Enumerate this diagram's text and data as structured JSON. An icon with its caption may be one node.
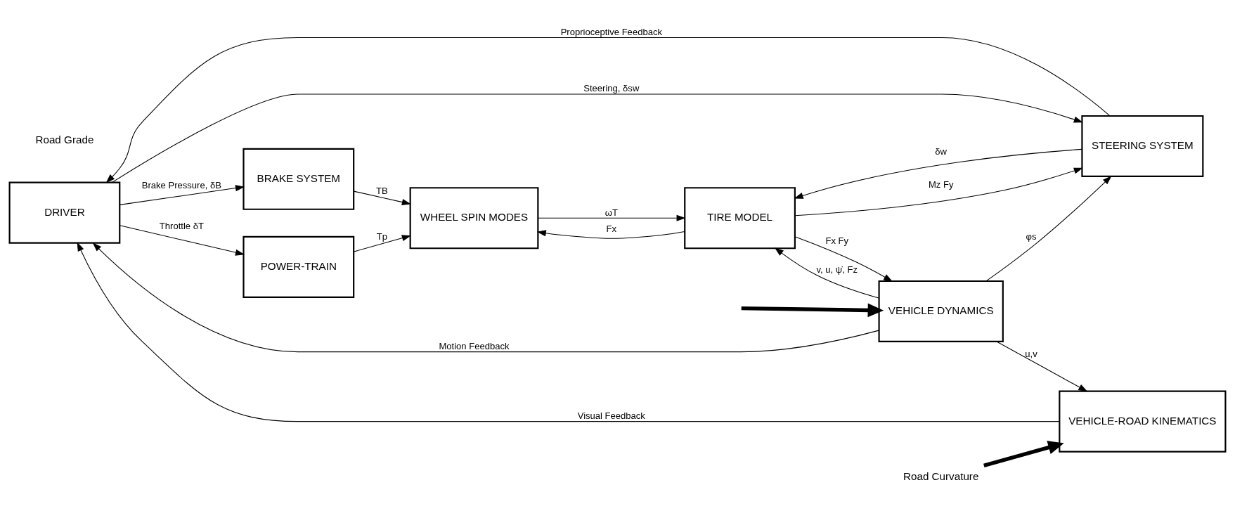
{
  "diagram": {
    "nodes": [
      {
        "text": [
          "DRIVER"
        ]
      },
      {
        "text": [
          "BRAKE SYSTEM"
        ]
      },
      {
        "text": [
          "STEERING SYSTEM"
        ]
      },
      {
        "text": [
          "POWER-TRAIN"
        ]
      },
      {
        "text": [
          "WHEEL SPIN MODES"
        ]
      },
      {
        "text": [
          "TIRE MODEL"
        ]
      },
      {
        "text": [
          "VEHICLE DYNAMICS"
        ]
      },
      {
        "text": [
          "VEHICLE-ROAD KINEMATICS"
        ]
      },
      {
        "text": [
          "Road Curvature"
        ]
      }
    ],
    "edges": [
      {
        "from": 0,
        "to": 3,
        "arrow": "to",
        "label": "Throttle δT"
      },
      {
        "from": 0,
        "to": 1,
        "arrow": "to",
        "label": "Brake Pressure, δB"
      },
      {
        "from": 0,
        "to": 2,
        "arrow": "to",
        "label": "Steering, δsw"
      },
      {
        "from": 2,
        "to": 0,
        "arrow": "to",
        "label": "Proprioceptive Feedback"
      },
      {
        "from": 1,
        "to": 4,
        "arrow": "to",
        "label": "TB"
      },
      {
        "from": 3,
        "to": 4,
        "arrow": "to",
        "label": "Tp"
      },
      {
        "from": 4,
        "to": 5,
        "arrow": "to",
        "label": "ωT"
      },
      {
        "from": 5,
        "to": 2,
        "arrow": "to",
        "label": "Mz Fy"
      },
      {
        "from": 2,
        "to": 5,
        "arrow": "to",
        "label": "δw"
      },
      {
        "from": 5,
        "to": 4,
        "arrow": "to",
        "label": "Fx"
      },
      {
        "from": 5,
        "to": 6,
        "arrow": "to",
        "label": "Fx Fy"
      },
      {
        "from": 6,
        "to": 2,
        "arrow": "to",
        "label": "φs"
      },
      {
        "from": 6,
        "to": 5,
        "arrow": "to",
        "label": "v, u, ψ̇, Fz"
      },
      {
        "from": null,
        "to": 6,
        "arrow": "to",
        "style": "thick"
      },
      {
        "from": 6,
        "to": 7,
        "arrow": "to",
        "label": "u,v"
      },
      {
        "from": 6,
        "to": 0,
        "arrow": "to",
        "label": "Motion Feedback"
      },
      {
        "from": 7,
        "to": 0,
        "arrow": "to",
        "label": "Visual Feedback"
      },
      {
        "from": 8,
        "to": 7,
        "arrow": "to",
        "style": "thick"
      }
    ],
    "labels": [
      "Road Grade"
    ]
  }
}
